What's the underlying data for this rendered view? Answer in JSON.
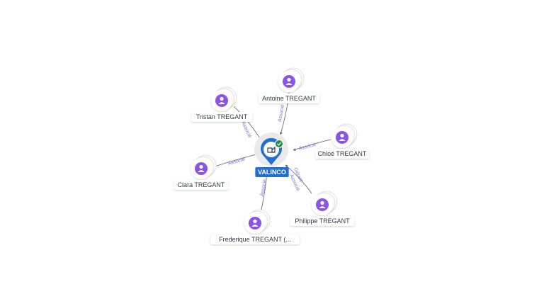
{
  "company": {
    "name": "VALINCO",
    "icon": "building-icon",
    "status_icon": "check-icon",
    "accent_color": "#1f6fd6",
    "status_color": "#1f8f4a"
  },
  "person_icon": "person-icon",
  "person_color": "#8a55e6",
  "edge_color": "#7a6fd8",
  "people": [
    {
      "name": "Antoine TREGANT",
      "roles": [
        "Associé"
      ]
    },
    {
      "name": "Tristan TREGANT",
      "roles": [
        "Associé"
      ]
    },
    {
      "name": "Chloé TREGANT",
      "roles": [
        "Associé"
      ]
    },
    {
      "name": "Clara TREGANT",
      "roles": [
        "Associé"
      ]
    },
    {
      "name": "Frederique TREGANT (...",
      "roles": [
        "Associé"
      ]
    },
    {
      "name": "Philippe TREGANT",
      "roles": [
        "Gérant",
        "Associé"
      ]
    }
  ]
}
